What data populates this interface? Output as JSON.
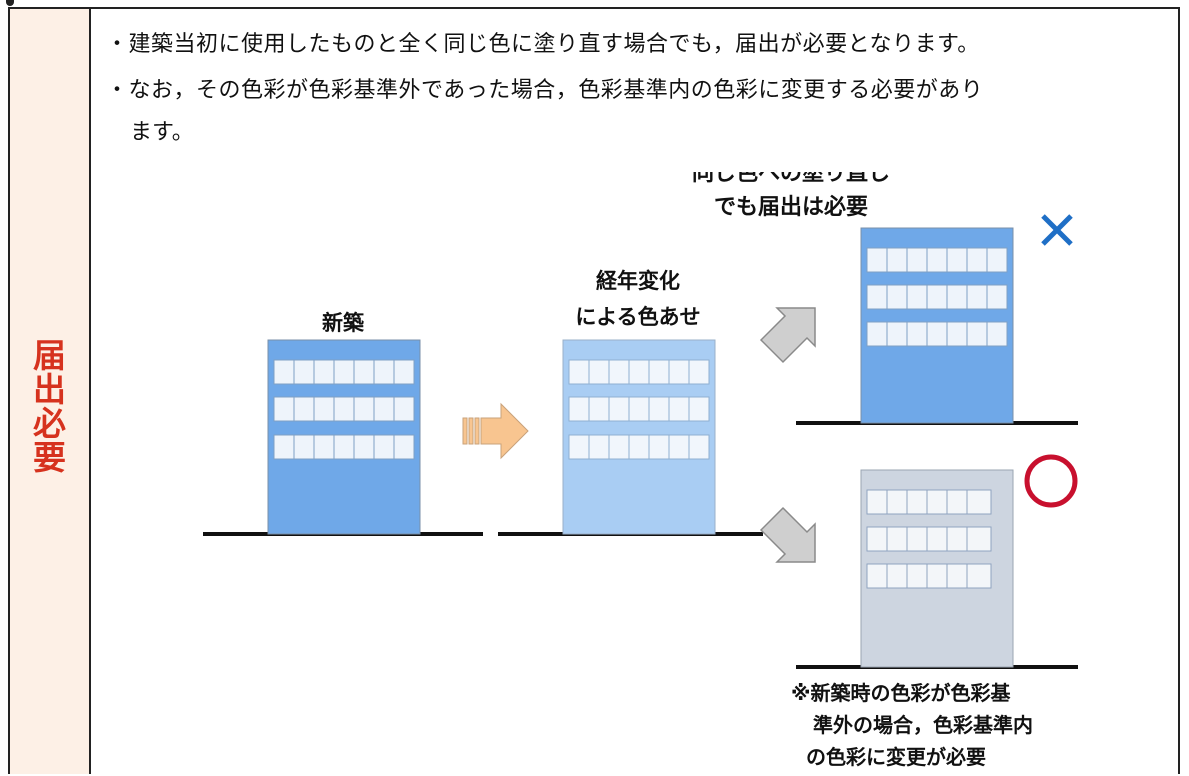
{
  "colors": {
    "label_red": "#d6321e",
    "left_bg": "#fdf0e6",
    "building_blue": "#6fa8e8",
    "building_faded": "#a9cdf3",
    "building_gray": "#cdd5e0",
    "arrow_orange": "#f8c590",
    "cross_blue": "#1f6fc6",
    "circle_red": "#c8102e"
  },
  "left_label": [
    "届",
    "出",
    "必",
    "要"
  ],
  "bullets": {
    "line1": "・建築当初に使用したものと全く同じ色に塗り直す場合でも，届出が必要となります。",
    "line2": "・なお，その色彩が色彩基準外であった場合，色彩基準内の色彩に変更する必要があり",
    "line2_cont": "ます。"
  },
  "diagram": {
    "label_new": "新築",
    "label_faded": [
      "経年変化",
      "による色あせ"
    ],
    "label_same_color": [
      "同じ色への塗り直し",
      "でも届出は必要"
    ],
    "mark_ng": "×",
    "mark_ok": "○",
    "note": [
      "※新築時の色彩が色彩基",
      "準外の場合，色彩基準内",
      "の色彩に変更が必要"
    ],
    "icons": [
      "building-icon",
      "right-arrow-icon",
      "cross-icon",
      "circle-icon"
    ]
  }
}
